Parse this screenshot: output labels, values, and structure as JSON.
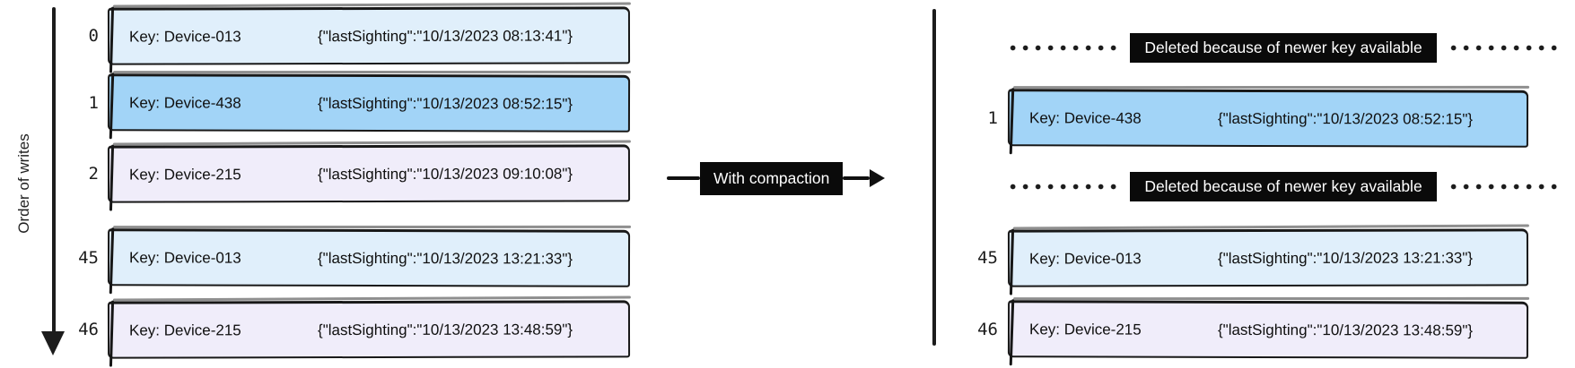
{
  "left_log": {
    "axis_label": "Order of writes",
    "records": [
      {
        "index": "0",
        "key": "Key: Device-013",
        "value": "{\"lastSighting\":\"10/13/2023 08:13:41\"}",
        "color": "#e0effb"
      },
      {
        "index": "1",
        "key": "Key: Device-438",
        "value": "{\"lastSighting\":\"10/13/2023 08:52:15\"}",
        "color": "#a2d4f7"
      },
      {
        "index": "2",
        "key": "Key: Device-215",
        "value": "{\"lastSighting\":\"10/13/2023 09:10:08\"}",
        "color": "#f0edfa"
      },
      {
        "index": "45",
        "key": "Key: Device-013",
        "value": "{\"lastSighting\":\"10/13/2023 13:21:33\"}",
        "color": "#e0effb"
      },
      {
        "index": "46",
        "key": "Key: Device-215",
        "value": "{\"lastSighting\":\"10/13/2023 13:48:59\"}",
        "color": "#f0edfa"
      }
    ]
  },
  "transform_arrow": {
    "label": "With compaction"
  },
  "right_log": {
    "deleted_notice": "Deleted because of newer key available",
    "records": [
      {
        "index": "1",
        "key": "Key: Device-438",
        "value": "{\"lastSighting\":\"10/13/2023 08:52:15\"}",
        "color": "#a2d4f7"
      },
      {
        "index": "45",
        "key": "Key: Device-013",
        "value": "{\"lastSighting\":\"10/13/2023 13:21:33\"}",
        "color": "#e0effb"
      },
      {
        "index": "46",
        "key": "Key: Device-215",
        "value": "{\"lastSighting\":\"10/13/2023 13:48:59\"}",
        "color": "#f0edfa"
      }
    ]
  },
  "colors": {
    "ink": "#1c1c1c",
    "notice_bg": "#0a0a0a",
    "notice_text": "#ffffff",
    "device_013": "#e0effb",
    "device_438": "#a2d4f7",
    "device_215": "#f0edfa"
  }
}
